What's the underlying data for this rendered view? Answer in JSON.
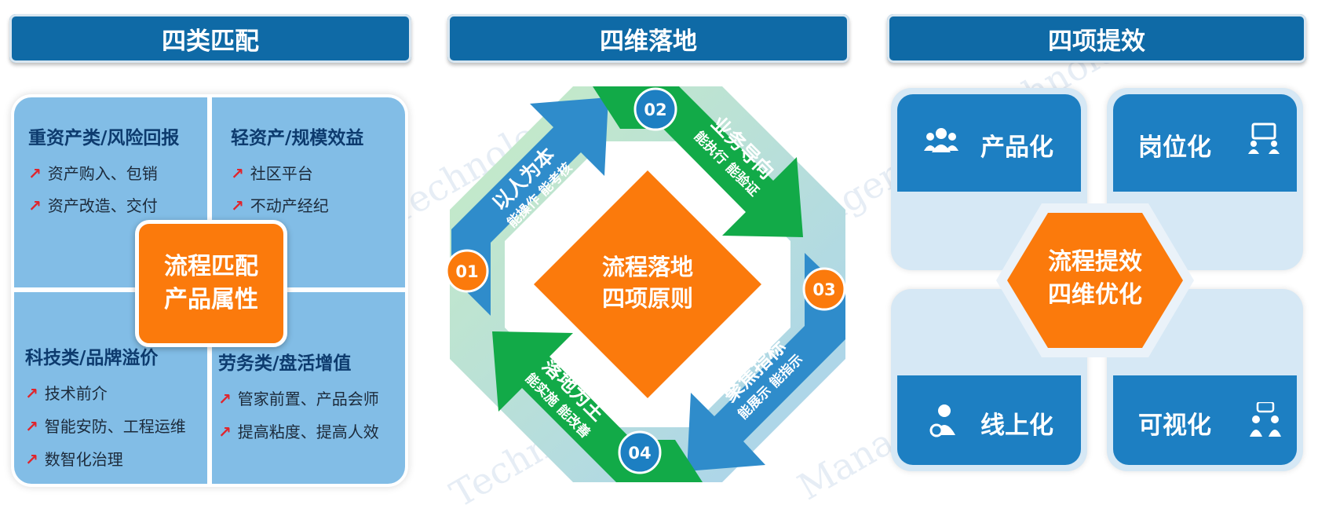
{
  "headers": {
    "left": "四类匹配",
    "middle": "四维落地",
    "right": "四项提效"
  },
  "panel_match": {
    "center_lines": [
      "流程匹配",
      "产品属性"
    ],
    "quadrants": [
      {
        "title": "重资产类/风险回报",
        "items": [
          "资产购入、包销",
          "资产改造、交付"
        ]
      },
      {
        "title": "轻资产/规模效益",
        "items": [
          "社区平台",
          "不动产经纪"
        ]
      },
      {
        "title": "科技类/品牌溢价",
        "items": [
          "技术前介",
          "智能安防、工程运维",
          "数智化治理"
        ]
      },
      {
        "title": "劳务类/盘活增值",
        "items": [
          "管家前置、产品会师",
          "提高粘度、提高人效"
        ]
      }
    ],
    "arrow_glyph": "↗"
  },
  "panel_landing": {
    "center_lines": [
      "流程落地",
      "四项原则"
    ],
    "steps": [
      {
        "num": "01",
        "title": "以人为本",
        "sub": "能操作 能考核"
      },
      {
        "num": "02",
        "title": "业务导向",
        "sub": "能执行 能验证"
      },
      {
        "num": "03",
        "title": "聚焦指标",
        "sub": "能展示 能指示"
      },
      {
        "num": "04",
        "title": "落地为王",
        "sub": "能实施 能改善"
      }
    ]
  },
  "panel_efficiency": {
    "center_lines": [
      "流程提效",
      "四维优化"
    ],
    "tiles": [
      {
        "label": "产品化",
        "icon": "team-icon"
      },
      {
        "label": "岗位化",
        "icon": "presentation-icon"
      },
      {
        "label": "线上化",
        "icon": "user-settings-icon"
      },
      {
        "label": "可视化",
        "icon": "chat-users-icon"
      }
    ]
  },
  "colors": {
    "header_blue": "#0f6aa6",
    "quad_blue": "#82bde6",
    "arrow_blue": "#2f8ccb",
    "arrow_green": "#12aa48",
    "orange": "#fb7a0c",
    "tile_blue": "#1d7fc2",
    "tile_light": "#d6e8f5"
  }
}
